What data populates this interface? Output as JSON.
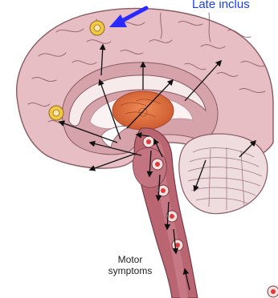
{
  "caption": {
    "text": "Late inclus",
    "color": "#1a3cff"
  },
  "labels": {
    "motor_line1": "Motor",
    "motor_line2": "symptoms"
  },
  "colors": {
    "cortex": "#e7bec3",
    "cortex_edge": "#8a5a62",
    "inner_band": "#d7a3ab",
    "white_matter": "#f7eaea",
    "thalamus": "#e06a3a",
    "brainstem": "#b96672",
    "cerebellum": "#eedcde",
    "lesion_yellow": "#f3c944",
    "lesion_red": "#e23a3a",
    "pointer_arrow": "#2a2aff"
  }
}
